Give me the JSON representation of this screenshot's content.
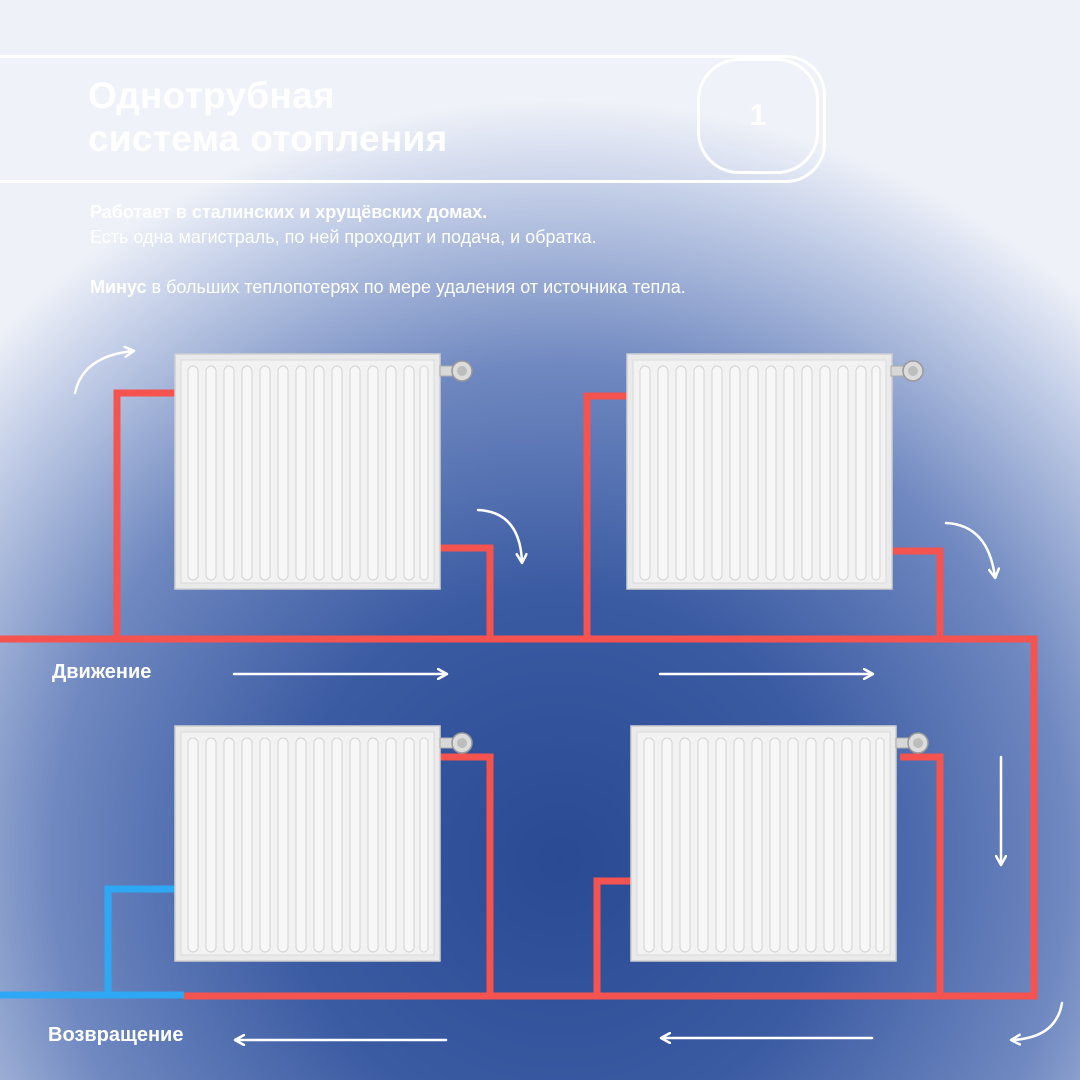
{
  "header": {
    "title_line1": "Однотрубная",
    "title_line2": "система отопления",
    "slide_number": "1"
  },
  "description": {
    "line1_bold": "Работает в сталинских и хрущёвских домах.",
    "line2": "Есть одна магистраль, по ней проходит и подача, и обратка.",
    "line3_bold": "Минус",
    "line3_rest": " в больших теплопотерях по мере удаления от источника тепла."
  },
  "labels": {
    "movement": "Движение",
    "return": "Возвращение"
  },
  "colors": {
    "supply_pipe": "#f4534f",
    "return_pipe": "#2ea7f5",
    "radiator": "#eeeeee",
    "arrows": "#ffffff",
    "text": "#ffffff"
  },
  "icons": [
    "curved-arrow-icon",
    "straight-arrow-icon",
    "thermostat-valve-icon"
  ]
}
